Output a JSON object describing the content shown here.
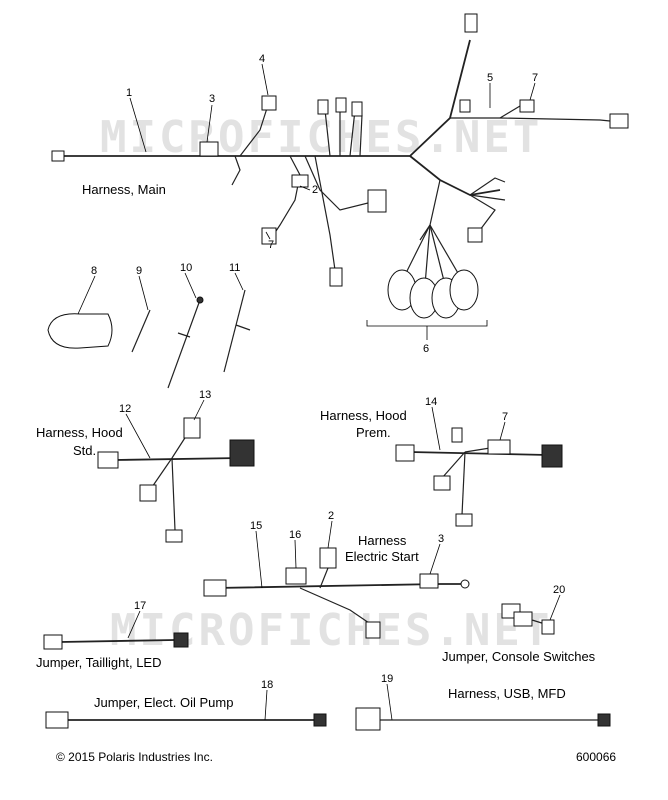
{
  "watermark": "MICROFICHES.NET",
  "labels": {
    "harness_main": "Harness, Main",
    "harness_hood_std_1": "Harness, Hood",
    "harness_hood_std_2": "Std.",
    "harness_hood_prem_1": "Harness, Hood",
    "harness_hood_prem_2": "Prem.",
    "harness_electric_start_1": "Harness",
    "harness_electric_start_2": "Electric Start",
    "jumper_taillight": "Jumper, Taillight, LED",
    "jumper_console": "Jumper, Console Switches",
    "jumper_oil_pump": "Jumper, Elect. Oil Pump",
    "harness_usb": "Harness, USB, MFD"
  },
  "callouts": {
    "c1": "1",
    "c2a": "2",
    "c3a": "3",
    "c4": "4",
    "c5": "5",
    "c6": "6",
    "c7a": "7",
    "c7b": "7",
    "c7c": "7",
    "c8": "8",
    "c9": "9",
    "c10": "10",
    "c11": "11",
    "c12": "12",
    "c13": "13",
    "c14": "14",
    "c15": "15",
    "c16": "16",
    "c2b": "2",
    "c3b": "3",
    "c17": "17",
    "c18": "18",
    "c19": "19",
    "c20": "20"
  },
  "footer": {
    "copyright": "© 2015 Polaris Industries Inc.",
    "diagram_id": "600066"
  }
}
